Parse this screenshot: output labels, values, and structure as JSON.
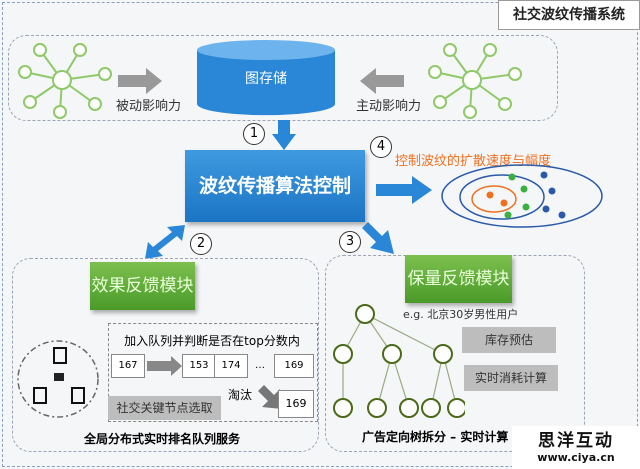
{
  "title": "社交波纹传播系统",
  "top": {
    "passive": "被动影响力",
    "storage": "图存储",
    "active": "主动影响力"
  },
  "steps": [
    "1",
    "2",
    "3",
    "4"
  ],
  "main_box": "波纹传播算法控制",
  "ripple_note": "控制波纹的扩散速度与幅度",
  "left_module": {
    "title": "效果反馈模块",
    "queue_title": "加入队列并判断是否在top分数内",
    "incoming": "167",
    "queue": [
      "153",
      "174",
      "…",
      "169"
    ],
    "evict_label": "淘汰",
    "evicted": "169",
    "key_node": "社交关键节点选取",
    "caption": "全局分布式实时排名队列服务"
  },
  "right_module": {
    "title": "保量反馈模块",
    "example": "e.g. 北京30岁男性用户",
    "btn1": "库存预估",
    "btn2": "实时消耗计算",
    "caption": "广告定向树拆分 – 实时计算"
  },
  "watermark": {
    "name": "思洋互动",
    "url": "www.ciya.cn"
  },
  "colors": {
    "blue": "#2a86d6",
    "green": "#5aa834",
    "orange": "#f07020"
  }
}
